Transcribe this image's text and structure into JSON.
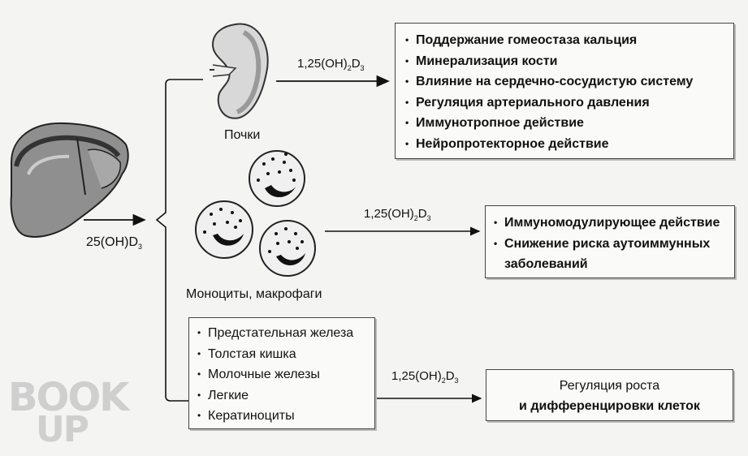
{
  "liver": {
    "output_label": "25(OH)D",
    "output_sub": "3"
  },
  "kidney": {
    "label": "Почки",
    "formula": {
      "a": "1,25(OH)",
      "b": "2",
      "c": "D",
      "d": "3"
    },
    "effects": [
      "Поддержание гомеостаза кальция",
      "Минерализация кости",
      "Влияние на сердечно-сосудистую систему",
      "Регуляция артериального давления",
      "Иммунотропное действие",
      "Нейропротекторное действие"
    ]
  },
  "monocytes": {
    "label": "Моноциты, макрофаги",
    "formula": {
      "a": "1,25(OH)",
      "b": "2",
      "c": "D",
      "d": "3"
    },
    "effects": [
      "Иммуномодулирующее действие",
      "Снижение риска аутоиммунных",
      "заболеваний"
    ]
  },
  "tissues": {
    "items": [
      "Предстательная железа",
      "Толстая кишка",
      "Молочные железы",
      "Легкие",
      "Кератиноциты"
    ],
    "formula": {
      "a": "1,25(OH)",
      "b": "2",
      "c": "D",
      "d": "3"
    },
    "effect_lines": [
      "Регуляция роста",
      "и дифференцировки клеток"
    ]
  },
  "watermark": {
    "line1": "BOOK",
    "line2": "UP"
  }
}
